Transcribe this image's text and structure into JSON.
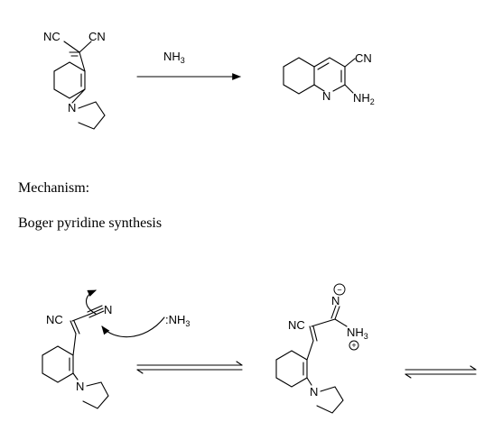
{
  "reaction": {
    "reagent": {
      "base": "NH",
      "sub": "3"
    },
    "reactant": {
      "nitrile_left": "NC",
      "nitrile_right": "CN",
      "amine_n": "N"
    },
    "product": {
      "nitrile": "CN",
      "ring_n": "N",
      "amino": {
        "base": "NH",
        "sub": "2"
      }
    }
  },
  "notes": {
    "mechanism_label": "Mechanism:",
    "synthesis_name": "Boger pyridine synthesis"
  },
  "mechanism": {
    "step1": {
      "nitrile_left": "NC",
      "nitrile_n": "N",
      "nucleophile": {
        "base": ":NH",
        "sub": "3"
      },
      "amine_n": "N"
    },
    "step2": {
      "nitrile_left": "NC",
      "imine_n": "N",
      "minus_sign": "−",
      "ammonium": {
        "base": "NH",
        "sub": "3"
      },
      "plus_sign": "+",
      "amine_n": "N"
    }
  }
}
